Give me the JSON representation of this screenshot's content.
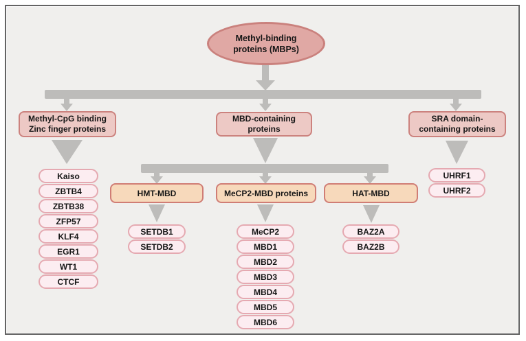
{
  "figure": {
    "root": {
      "label": "Methyl-binding\nproteins (MBPs)"
    },
    "branches": [
      {
        "label": "Methyl-CpG  binding\nZinc finger proteins",
        "items": [
          "Kaiso",
          "ZBTB4",
          "ZBTB38",
          "ZFP57",
          "KLF4",
          "EGR1",
          "WT1",
          "CTCF"
        ]
      },
      {
        "label": "MBD-containing\nproteins",
        "subgroups": [
          {
            "label": "HMT-MBD",
            "items": [
              "SETDB1",
              "SETDB2"
            ]
          },
          {
            "label": "MeCP2-MBD proteins",
            "items": [
              "MeCP2",
              "MBD1",
              "MBD2",
              "MBD3",
              "MBD4",
              "MBD5",
              "MBD6"
            ]
          },
          {
            "label": "HAT-MBD",
            "items": [
              "BAZ2A",
              "BAZ2B"
            ]
          }
        ]
      },
      {
        "label": "SRA domain-\ncontaining proteins",
        "items": [
          "UHRF1",
          "UHRF2"
        ]
      }
    ],
    "colors": {
      "background": "#f0efed",
      "frame_border": "#636363",
      "root_fill": "#e0a8a4",
      "root_border": "#ca817d",
      "branch_fill": "#edc9c5",
      "branch_border": "#cc827e",
      "subgroup_fill": "#f7d9bb",
      "subgroup_border": "#d07d75",
      "pill_fill": "#fcedf1",
      "pill_border": "#e5a9b1",
      "connector": "#bdbcba",
      "text": "#161616"
    }
  }
}
